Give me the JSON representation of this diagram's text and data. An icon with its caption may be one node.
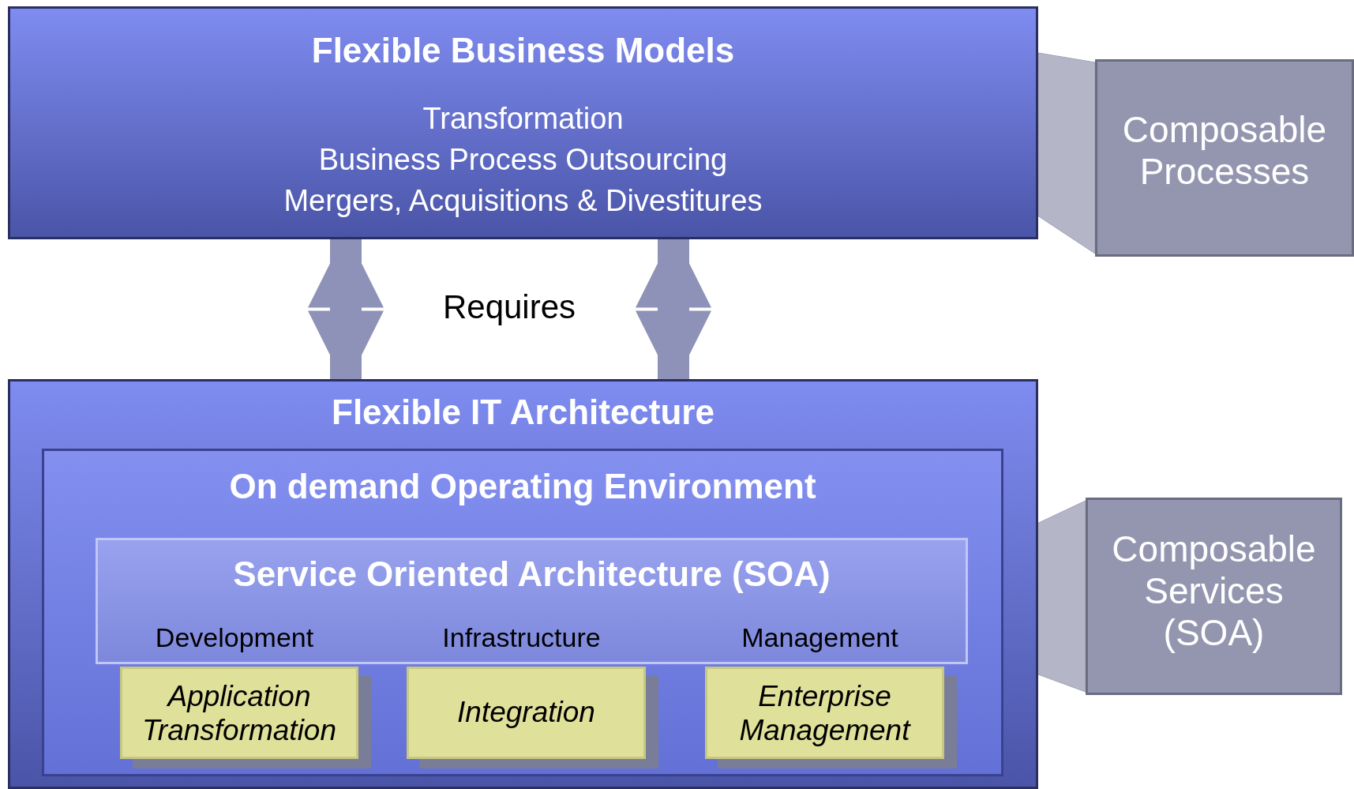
{
  "diagram": {
    "nodes": [
      {
        "text": [
          "Flexible Business Models",
          "Transformation",
          "Business Process Outsourcing",
          "Mergers, Acquisitions & Divestitures"
        ]
      },
      {
        "text": [
          "Composable Processes"
        ]
      },
      {
        "text": [
          "Flexible IT Architecture"
        ]
      },
      {
        "text": [
          "On demand Operating Environment"
        ],
        "in": 2
      },
      {
        "text": [
          "Service Oriented Architecture (SOA)"
        ],
        "in": 3
      },
      {
        "text": [
          "Application Transformation"
        ],
        "in": 3
      },
      {
        "text": [
          "Integration"
        ],
        "in": 3
      },
      {
        "text": [
          "Enterprise Management"
        ],
        "in": 3
      },
      {
        "text": [
          "Composable Services (SOA)"
        ]
      }
    ],
    "edges": [
      {
        "from": 0,
        "to": 1,
        "arrow": "none"
      },
      {
        "from": 0,
        "to": 2,
        "arrow": "both"
      },
      {
        "from": 0,
        "to": 2,
        "arrow": "both"
      },
      {
        "from": 4,
        "to": 8,
        "arrow": "none"
      }
    ],
    "labels": [
      "Requires",
      "Development",
      "Infrastructure",
      "Management"
    ]
  }
}
